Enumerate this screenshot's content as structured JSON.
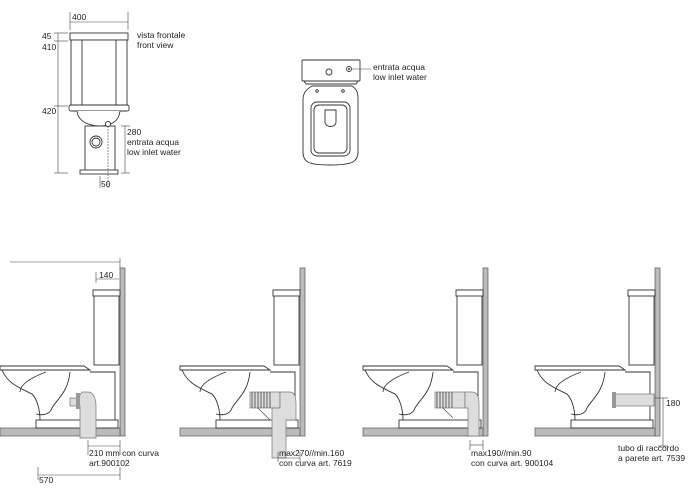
{
  "front_view": {
    "title_it": "vista frontale",
    "title_en": "front view",
    "dim_width": "400",
    "dim_lid": "45",
    "dim_tank": "410",
    "dim_bowl": "420",
    "dim_inlet_height": "280",
    "inlet_it": "entrata acqua",
    "inlet_en": "low inlet water",
    "dim_offset": "50"
  },
  "top_view": {
    "inlet_it": "entrata acqua",
    "inlet_en": "low inlet water"
  },
  "side_views": [
    {
      "dim_tank": "140",
      "note_1": "210 mm con curva",
      "note_2": "art.900102",
      "dim_total": "570"
    },
    {
      "note_1": "max270//min.160",
      "note_2": "con curva art. 7619"
    },
    {
      "note_1": "max190//min.90",
      "note_2": "con curva art. 900104"
    },
    {
      "dim_height": "180",
      "note_1": "tubo di raccordo",
      "note_2": "a parete art. 7539"
    }
  ]
}
